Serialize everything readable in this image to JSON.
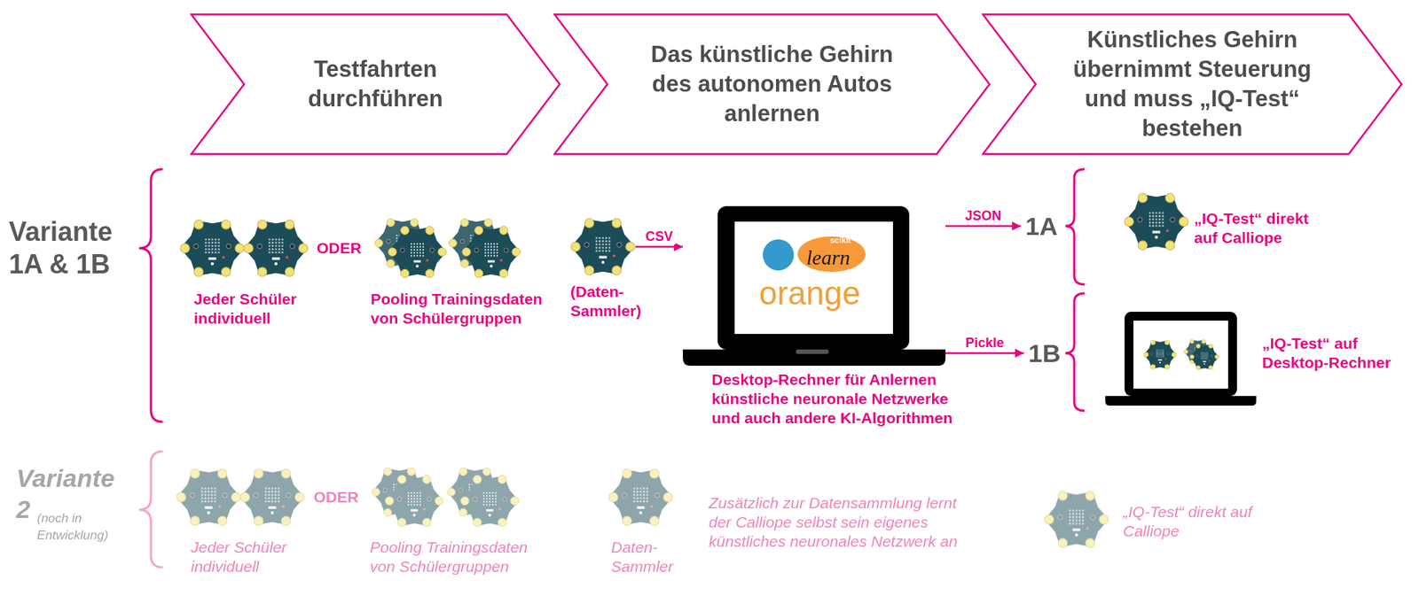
{
  "diagram": {
    "nodes": [
      {
        "text": [
          "Testfahrten durchführen"
        ]
      },
      {
        "text": [
          "Das künstliche Gehirn des autonomen Autos anlernen"
        ]
      },
      {
        "text": [
          "Künstliches Gehirn übernimmt Steuerung und muss „IQ-Test“ bestehen"
        ]
      },
      {
        "text": [
          "(Daten- Sammler)"
        ]
      },
      {
        "text": [
          "Desktop-Rechner für Anlernen künstliche neuronale Netzwerke und auch andere KI-Algorithmen"
        ]
      },
      {
        "text": [
          "1A"
        ]
      },
      {
        "text": [
          "1B"
        ]
      }
    ],
    "edges": [
      {
        "from": 3,
        "to": 4,
        "label": "CSV",
        "arrow": "to"
      },
      {
        "from": 4,
        "to": 5,
        "label": "JSON",
        "arrow": "to"
      },
      {
        "from": 4,
        "to": 6,
        "label": "Pickle",
        "arrow": "to"
      }
    ],
    "labels": [
      "Variante 1A & 1B",
      "ODER",
      "Jeder Schüler individuell",
      "Pooling Trainingsdaten von Schülergruppen",
      "scikit",
      "learn",
      "orange",
      "„IQ-Test“ direkt auf Calliope",
      "„IQ-Test“ auf Desktop-Rechner",
      "Variante 2",
      "(noch in Entwicklung)",
      "ODER",
      "Jeder Schüler individuell",
      "Pooling Trainingsdaten von Schülergruppen",
      "Daten- Sammler",
      "Zusätzlich zur Datensammlung lernt der Calliope selbst sein eigenes künstliches neuronales Netzwerk an",
      "„IQ-Test“ direkt auf Calliope"
    ]
  }
}
